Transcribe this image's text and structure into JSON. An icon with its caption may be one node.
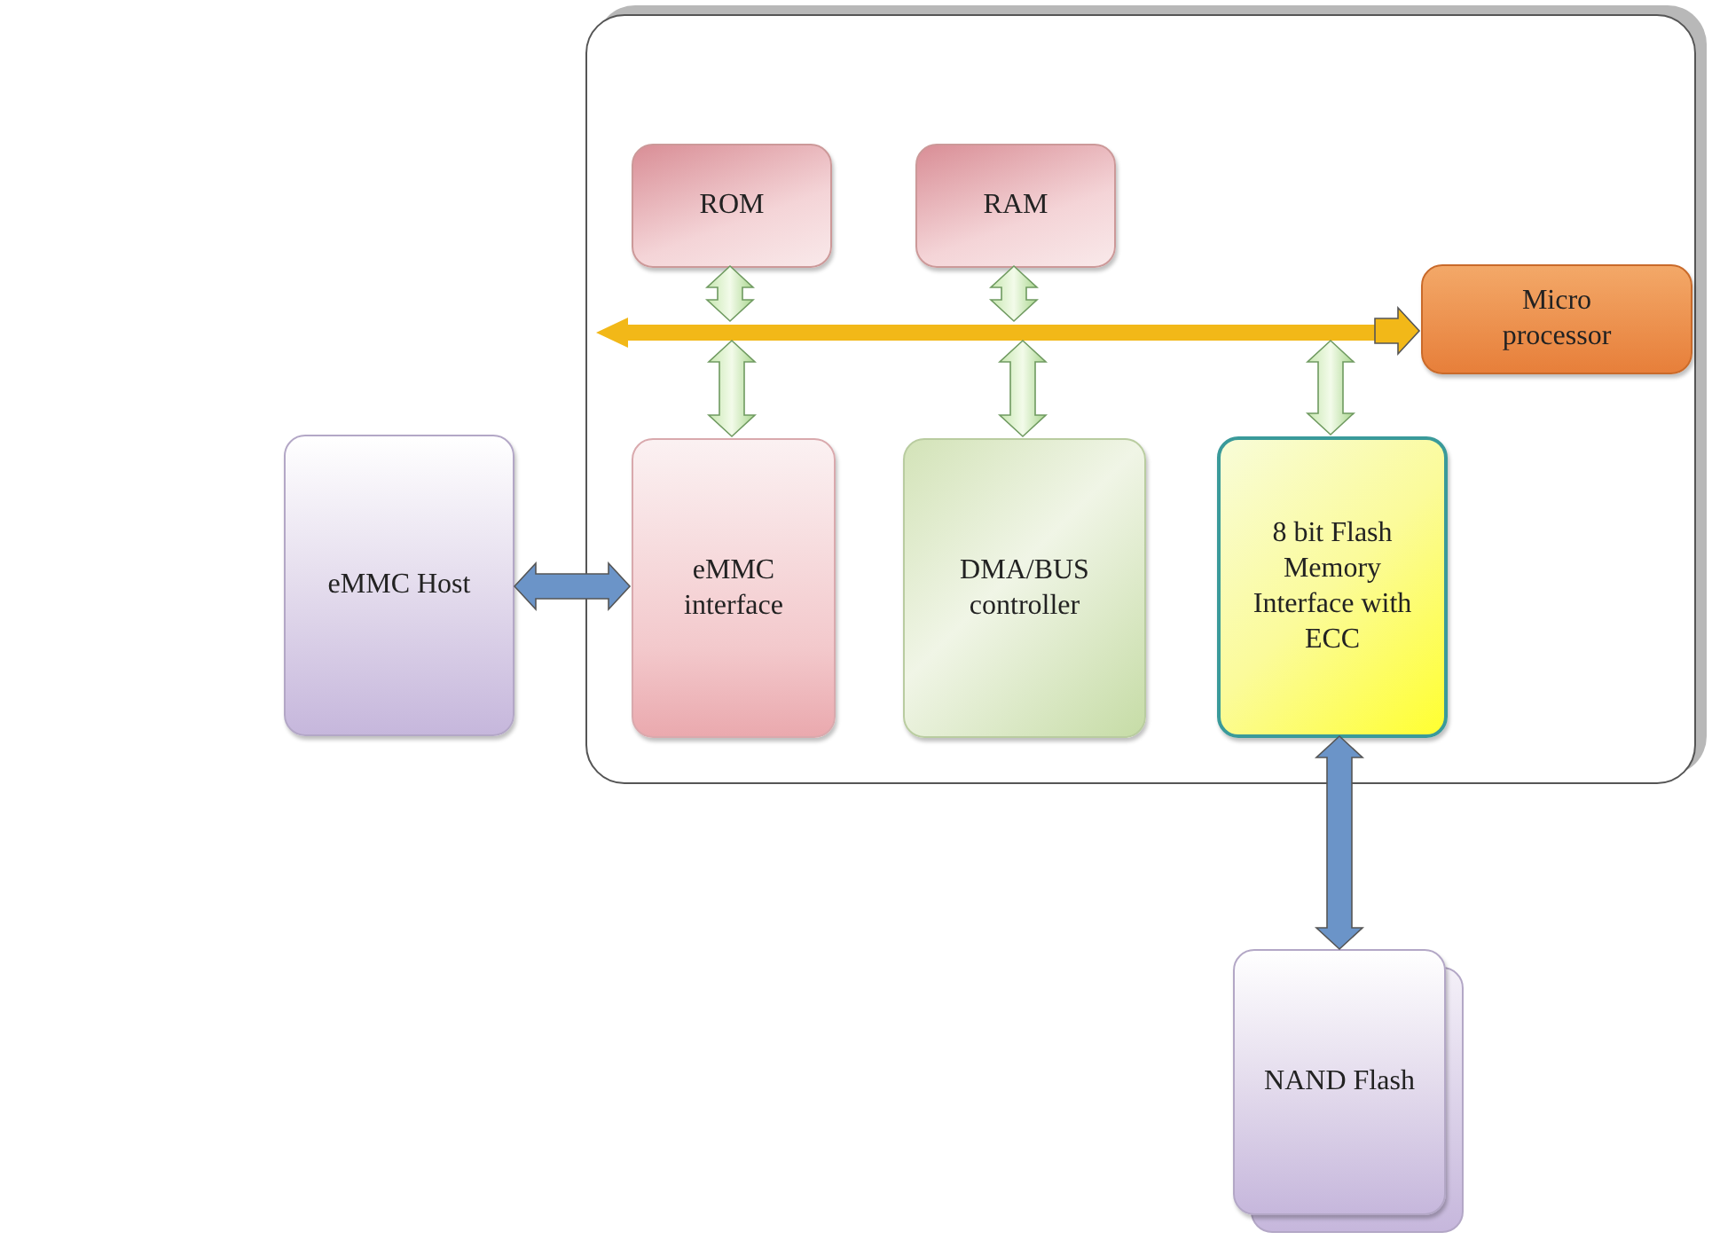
{
  "diagram": {
    "nodes": [
      {
        "text": [],
        "shape": "box"
      },
      {
        "text": [
          "ROM"
        ],
        "in": 0
      },
      {
        "text": [
          "RAM"
        ],
        "in": 0
      },
      {
        "text": [],
        "shape": "bar",
        "in": 0
      },
      {
        "text": [
          "Micro processor"
        ],
        "in": 0
      },
      {
        "text": [
          "eMMC interface"
        ],
        "in": 0
      },
      {
        "text": [
          "DMA/BUS controller"
        ],
        "in": 0
      },
      {
        "text": [
          "8 bit Flash Memory Interface with ECC"
        ],
        "in": 0
      },
      {
        "text": [
          "eMMC Host"
        ]
      },
      {
        "text": [
          "NAND Flash"
        ]
      }
    ],
    "edges": [
      {
        "from": 1,
        "to": 3,
        "arrow": "both",
        "style": "thick"
      },
      {
        "from": 2,
        "to": 3,
        "arrow": "both",
        "style": "thick"
      },
      {
        "from": 3,
        "to": 4,
        "arrow": "to",
        "style": "thick",
        "color": "#f2b818"
      },
      {
        "from": 3,
        "to": 5,
        "arrow": "both",
        "style": "thick"
      },
      {
        "from": 3,
        "to": 6,
        "arrow": "both",
        "style": "thick"
      },
      {
        "from": 3,
        "to": 7,
        "arrow": "both",
        "style": "thick"
      },
      {
        "from": 8,
        "to": 5,
        "arrow": "both",
        "style": "thick",
        "color": "#6b94c8"
      },
      {
        "from": 7,
        "to": 9,
        "arrow": "both",
        "style": "thick",
        "color": "#6b94c8"
      }
    ]
  }
}
